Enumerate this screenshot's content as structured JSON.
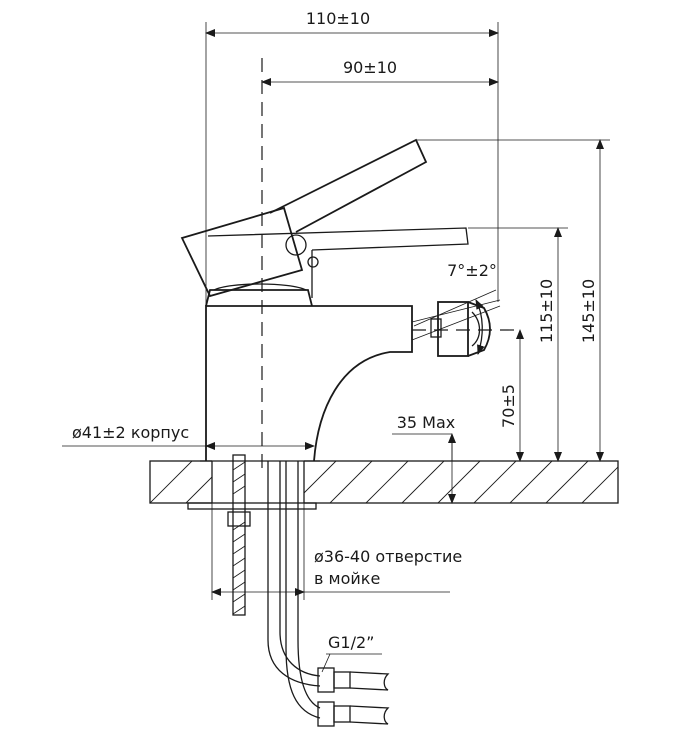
{
  "dimensions": {
    "overall_width": "110±10",
    "spout_reach": "90±10",
    "lever_height": "145±10",
    "body_height": "115±10",
    "nozzle_height": "70±5",
    "nozzle_angle": "7°±2°",
    "deck_thickness": "35 Max",
    "body_diameter": "ø41±2 корпус",
    "hole_diameter_line1": "ø36-40 отверстие",
    "hole_diameter_line2": "в мойке",
    "thread": "G1/2”"
  },
  "colors": {
    "line": "#1a1a1a",
    "background": "#ffffff"
  }
}
